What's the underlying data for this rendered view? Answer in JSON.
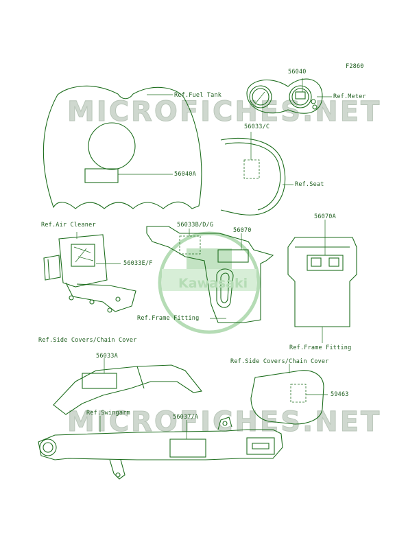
{
  "figure_code": "F2860",
  "watermarks": [
    "MICROFICHES.NET",
    "MICROFICHES.NET"
  ],
  "brand_logo_text": "Kawasaki",
  "callouts": {
    "fuel_tank_ref": "Ref.Fuel Tank",
    "part_56040A": "56040A",
    "part_56040": "56040",
    "meter_ref": "Ref.Meter",
    "part_56033C": "56033/C",
    "seat_ref": "Ref.Seat",
    "air_cleaner_ref": "Ref.Air Cleaner",
    "part_56033EF": "56033E/F",
    "part_56033BDG": "56033B/D/G",
    "part_56070": "56070",
    "part_56070A": "56070A",
    "frame_fitting_ref_1": "Ref.Frame Fitting",
    "frame_fitting_ref_2": "Ref.Frame Fitting",
    "side_covers_ref_1": "Ref.Side Covers/Chain Cover",
    "part_56033A": "56033A",
    "side_covers_ref_2": "Ref.Side Covers/Chain Cover",
    "part_59463": "59463",
    "swingarm_ref": "Ref.Swingarm",
    "part_56037A": "56037/A"
  }
}
